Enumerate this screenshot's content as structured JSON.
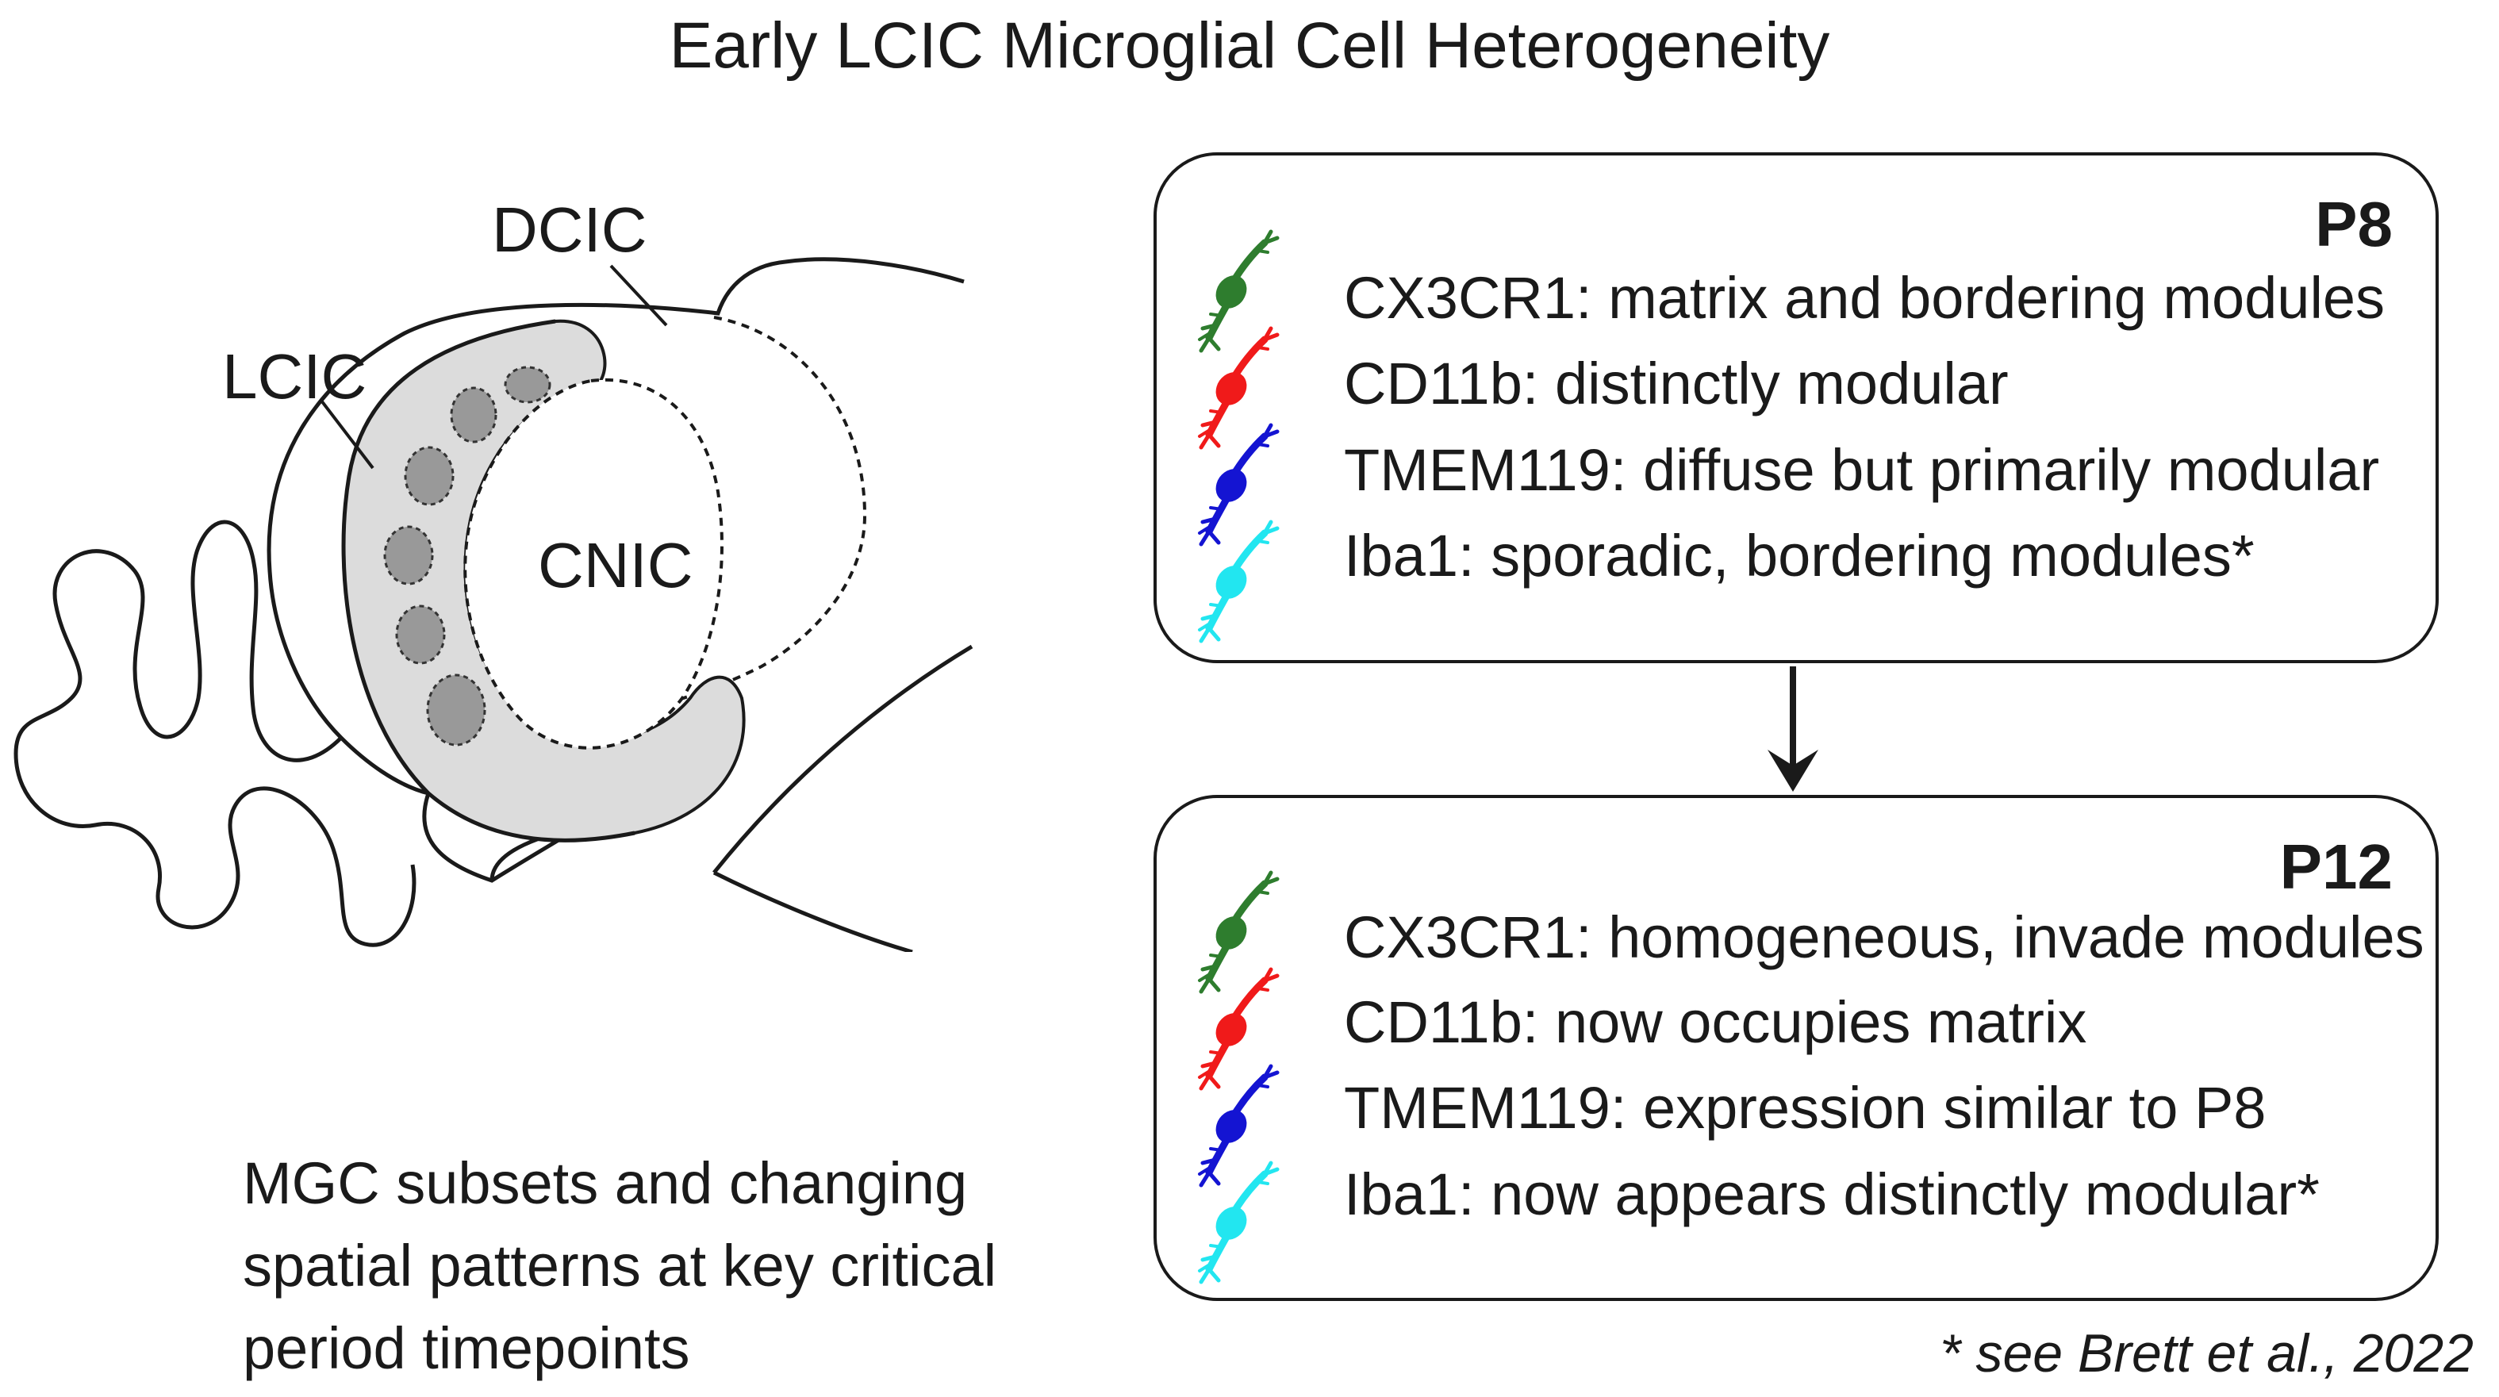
{
  "title": "Early LCIC Microglial Cell Heterogeneity",
  "diagram": {
    "labels": {
      "dcic": "DCIC",
      "lcic": "LCIC",
      "cnic": "CNIC"
    },
    "caption_lines": [
      "MGC subsets and changing",
      "spatial patterns at key critical",
      "period timepoints"
    ]
  },
  "colors": {
    "cx3cr1": "#2e7d2e",
    "cd11b": "#f01a1a",
    "tmem119": "#1414d2",
    "iba1": "#22e6f0",
    "region_fill": "#dcdcdc",
    "module_fill": "#999999"
  },
  "panels": [
    {
      "timepoint": "P8",
      "rows": [
        {
          "marker": "cx3cr1",
          "text": "CX3CR1: matrix and bordering modules"
        },
        {
          "marker": "cd11b",
          "text": "CD11b: distinctly modular"
        },
        {
          "marker": "tmem119",
          "text": "TMEM119: diffuse but primarily modular"
        },
        {
          "marker": "iba1",
          "text": "Iba1: sporadic, bordering modules*"
        }
      ]
    },
    {
      "timepoint": "P12",
      "rows": [
        {
          "marker": "cx3cr1",
          "text": "CX3CR1: homogeneous, invade modules"
        },
        {
          "marker": "cd11b",
          "text": "CD11b: now occupies matrix"
        },
        {
          "marker": "tmem119",
          "text": "TMEM119: expression similar to P8"
        },
        {
          "marker": "iba1",
          "text": "Iba1: now appears distinctly modular*"
        }
      ]
    }
  ],
  "footnote": "* see Brett et al., 2022"
}
